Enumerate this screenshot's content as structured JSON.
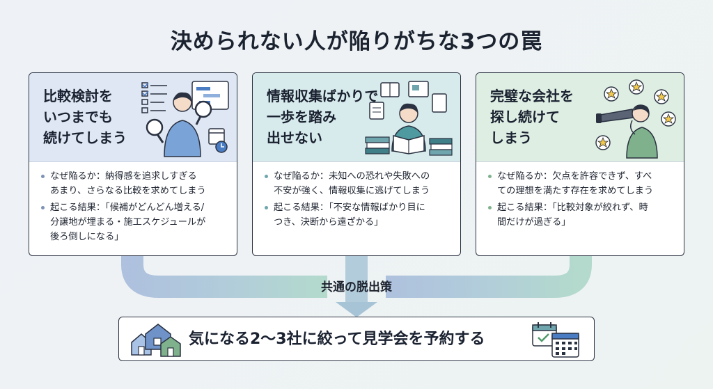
{
  "title": "決められない人が陥りがちな3つの罠",
  "cards": [
    {
      "title_lines": [
        "比較検討を",
        "いつまでも",
        "続けてしまう"
      ],
      "bullets": [
        "なぜ陥るか：納得感を追求しすぎる",
        "あまり、さらなる比較を求めてしまう",
        "起こる結果：「候補がどんどん増える/",
        "分譲地が埋まる・施工スケジュールが",
        "後ろ倒しになる」"
      ]
    },
    {
      "title_lines": [
        "情報収集ばかりで",
        "一歩を踏み",
        "出せない"
      ],
      "bullets": [
        "なぜ陥るか：未知への恐れや失敗への",
        "不安が強く、情報収集に逃げてしまう",
        "起こる結果：「不安な情報ばかり目に",
        "つき、決断から遠ざかる」"
      ]
    },
    {
      "title_lines": [
        "完璧な会社を",
        "探し続けて",
        "しまう"
      ],
      "bullets": [
        "なぜ陥るか：欠点を許容できず、すべ",
        "ての理想を満たす存在を求めてしまう",
        "起こる結果：「比較対象が絞れず、時",
        "間だけが過ぎる」"
      ]
    }
  ],
  "shared_label": "共通の脱出策",
  "action": "気になる2〜3社に絞って見学会を予約する",
  "colors": {
    "card1": "#dfe7f4",
    "card2": "#d8ebec",
    "card3": "#deeee3",
    "flow_left": "#9fb4d8",
    "flow_right": "#a6d3c4"
  }
}
